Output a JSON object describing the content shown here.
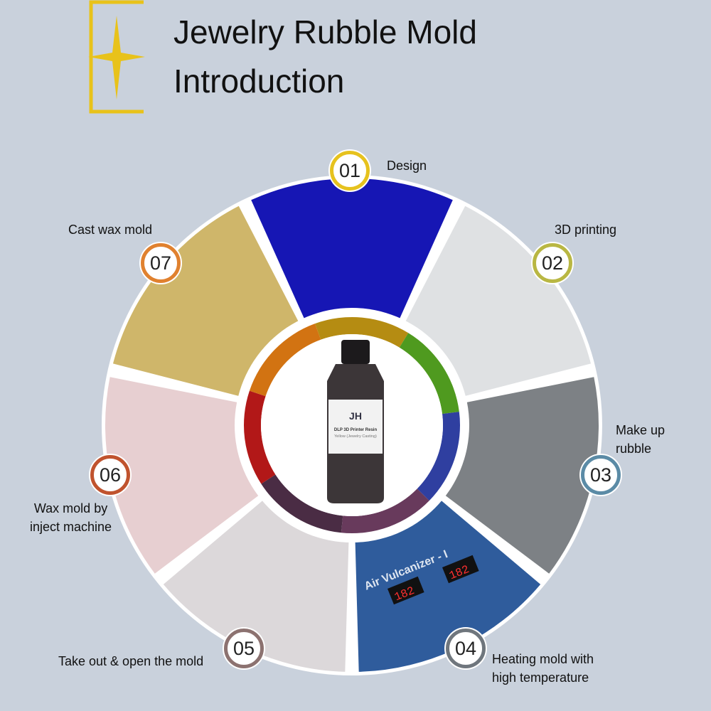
{
  "title": {
    "line1": "Jewelry Rubble Mold",
    "line2": "Introduction"
  },
  "accent_color": "#e8c21a",
  "steps": [
    {
      "number": "01",
      "label": "Design",
      "color": "#e6c21e",
      "photo_color": "#1616b4"
    },
    {
      "number": "02",
      "label": "3D printing",
      "color": "#b9b743",
      "photo_color": "#dfe1e3"
    },
    {
      "number": "03",
      "label_line1": "Make up",
      "label_line2": "rubble",
      "color": "#5b8ba6",
      "photo_color": "#7d8185"
    },
    {
      "number": "04",
      "label_line1": "Heating mold with",
      "label_line2": "high temperature",
      "color": "#6f767d",
      "photo_color": "#2f5c9c"
    },
    {
      "number": "05",
      "label": "Take out & open the mold",
      "color": "#8c7270",
      "photo_color": "#dcd8da"
    },
    {
      "number": "06",
      "label_line1": "Wax mold by",
      "label_line2": "inject machine",
      "color": "#c0532e",
      "photo_color": "#e7cfd1"
    },
    {
      "number": "07",
      "label": "Cast wax mold",
      "color": "#e0812f",
      "photo_color": "#cfb66a"
    }
  ],
  "ring_colors": [
    "#b58c12",
    "#4f9a1f",
    "#2f3fa0",
    "#683a5c",
    "#4a2c44",
    "#b21818",
    "#d27312"
  ],
  "bottle": {
    "line1": "DLP 3D Printer Resin",
    "line2": "Yellow (Jewelry Casting)"
  },
  "machine": {
    "name": "Air Vulcanizer - I",
    "readout1": "182",
    "readout2": "182"
  }
}
